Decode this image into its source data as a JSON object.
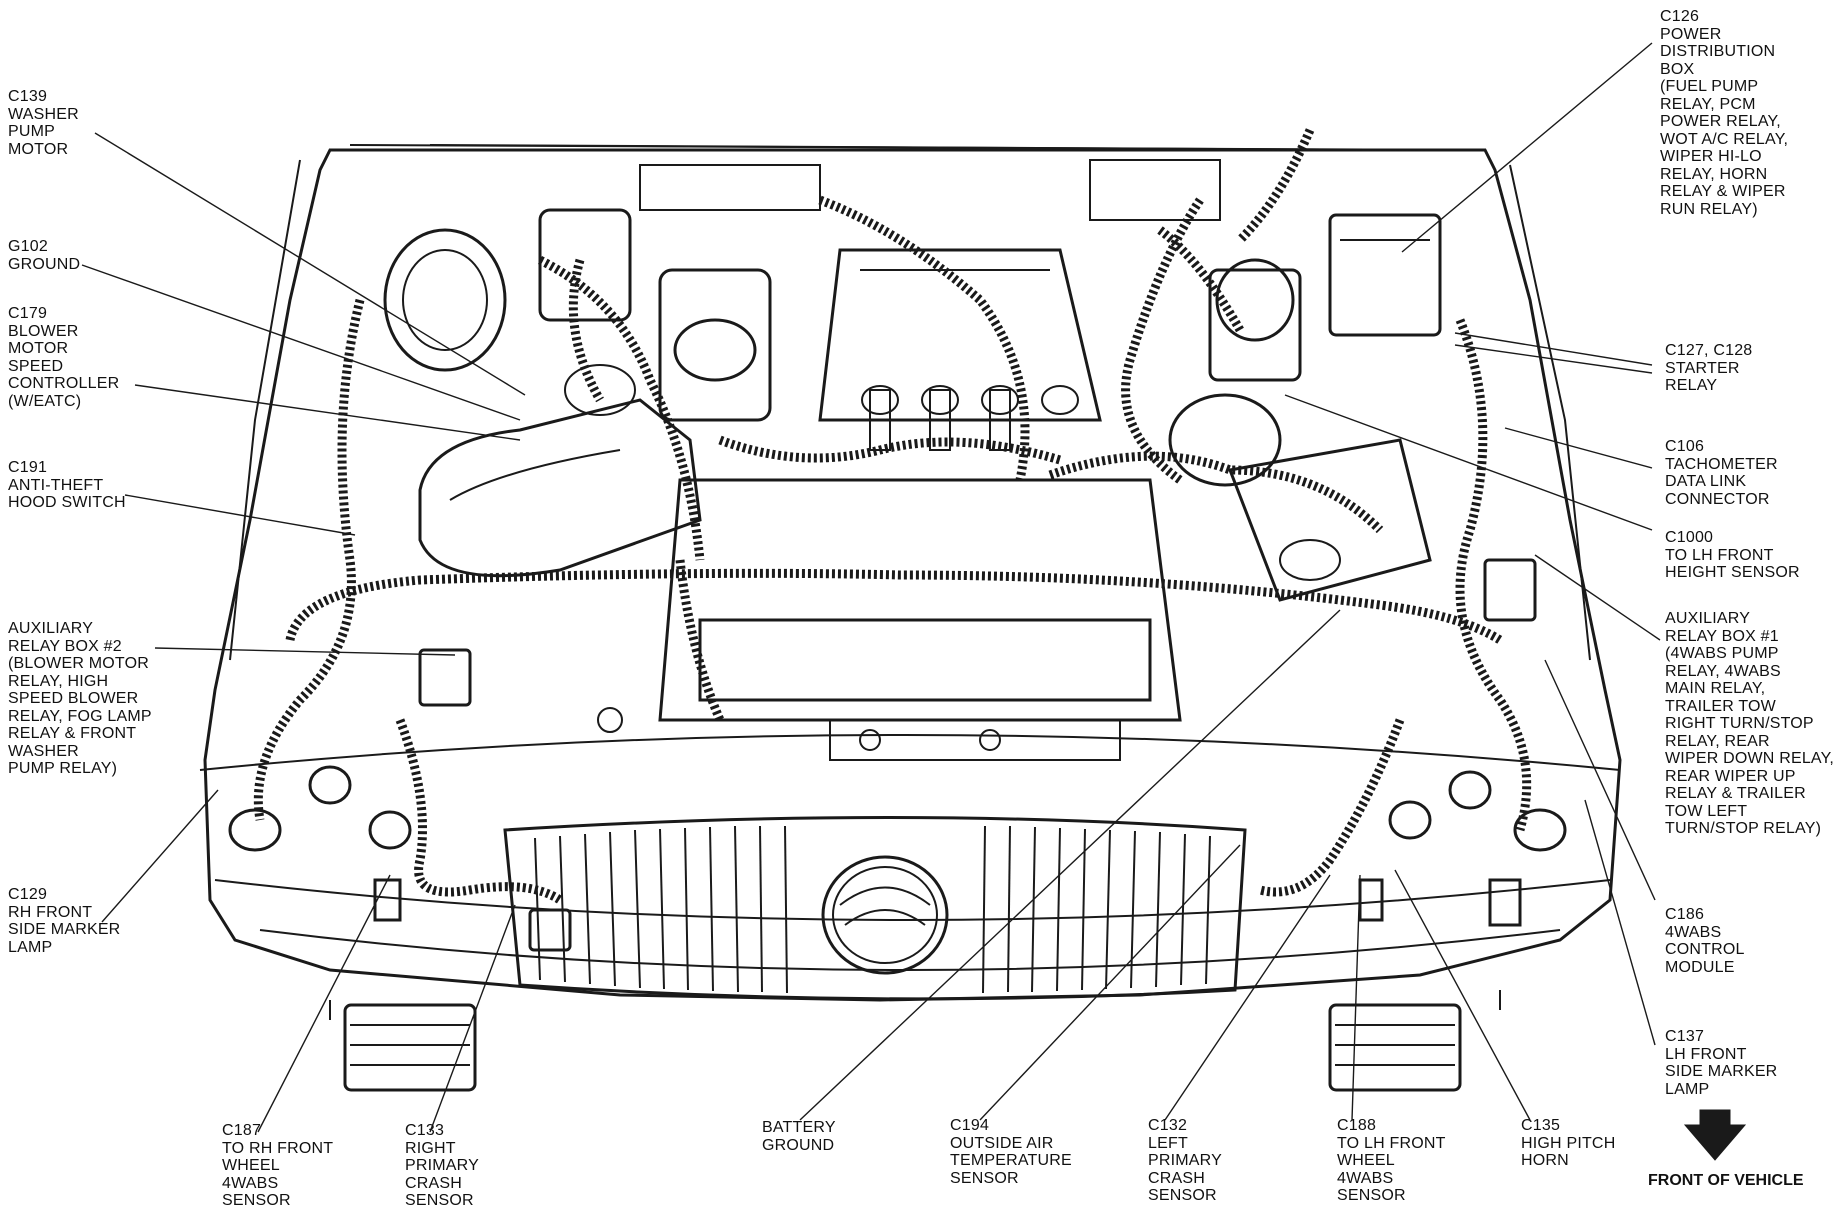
{
  "labels": {
    "c139": [
      "C139",
      "WASHER",
      "PUMP",
      "MOTOR"
    ],
    "g102": [
      "G102",
      "GROUND"
    ],
    "c179": [
      "C179",
      "BLOWER",
      "MOTOR",
      "SPEED",
      "CONTROLLER",
      "(W/EATC)"
    ],
    "c191": [
      "C191",
      "ANTI-THEFT",
      "HOOD SWITCH"
    ],
    "aux2": [
      "AUXILIARY",
      "RELAY BOX #2",
      "(BLOWER MOTOR",
      "RELAY, HIGH",
      "SPEED BLOWER",
      "RELAY, FOG LAMP",
      "RELAY & FRONT",
      "WASHER",
      "PUMP RELAY)"
    ],
    "c129": [
      "C129",
      "RH FRONT",
      "SIDE MARKER",
      "LAMP"
    ],
    "c187": [
      "C187",
      "TO RH FRONT",
      "WHEEL",
      "4WABS",
      "SENSOR"
    ],
    "c133": [
      "C133",
      "RIGHT",
      "PRIMARY",
      "CRASH",
      "SENSOR"
    ],
    "battery": [
      "BATTERY",
      "GROUND"
    ],
    "c194": [
      "C194",
      "OUTSIDE AIR",
      "TEMPERATURE",
      "SENSOR"
    ],
    "c132": [
      "C132",
      "LEFT",
      "PRIMARY",
      "CRASH",
      "SENSOR"
    ],
    "c188": [
      "C188",
      "TO LH FRONT",
      "WHEEL",
      "4WABS",
      "SENSOR"
    ],
    "c135": [
      "C135",
      "HIGH PITCH",
      "HORN"
    ],
    "c126": [
      "C126",
      "POWER",
      "DISTRIBUTION",
      "BOX",
      "(FUEL PUMP",
      "RELAY, PCM",
      "POWER RELAY,",
      "WOT A/C RELAY,",
      "WIPER HI-LO",
      "RELAY, HORN",
      "RELAY & WIPER",
      "RUN RELAY)"
    ],
    "c127": [
      "C127, C128",
      "STARTER",
      "RELAY"
    ],
    "c106": [
      "C106",
      "TACHOMETER",
      "DATA LINK",
      "CONNECTOR"
    ],
    "c1000": [
      "C1000",
      "TO LH FRONT",
      "HEIGHT SENSOR"
    ],
    "aux1": [
      "AUXILIARY",
      "RELAY BOX #1",
      "(4WABS PUMP",
      "RELAY, 4WABS",
      "MAIN RELAY,",
      "TRAILER TOW",
      "RIGHT TURN/STOP",
      "RELAY, REAR",
      "WIPER DOWN RELAY,",
      "REAR WIPER UP",
      "RELAY & TRAILER",
      "TOW LEFT",
      "TURN/STOP RELAY)"
    ],
    "c186": [
      "C186",
      "4WABS",
      "CONTROL",
      "MODULE"
    ],
    "c137": [
      "C137",
      "LH FRONT",
      "SIDE MARKER",
      "LAMP"
    ]
  },
  "front_of_vehicle": "FRONT OF VEHICLE"
}
